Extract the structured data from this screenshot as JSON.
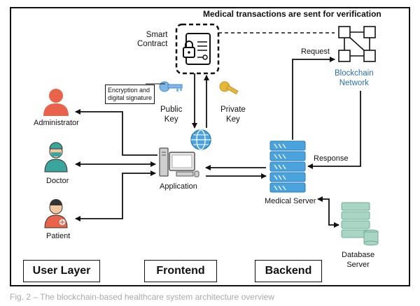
{
  "diagram": {
    "top_caption": "Medical transactions are sent for verification",
    "smart_contract_label": "Smart\nContract",
    "encryption_label": "Encryption and\ndigital signature",
    "public_key_label": "Public\nKey",
    "private_key_label": "Private\nKey",
    "request_label": "Request",
    "response_label": "Response",
    "blockchain_label": "Blockchain\nNetwork",
    "administrator_label": "Administrator",
    "doctor_label": "Doctor",
    "patient_label": "Patient",
    "application_label": "Application",
    "medical_server_label": "Medical Server",
    "database_label": "Database\nServer",
    "layers": [
      "User Layer",
      "Frontend",
      "Backend"
    ],
    "bottom_caption": "Fig. 2 – The blockchain-based healthcare system architecture overview"
  },
  "colors": {
    "blockchain_text": "#2c6db3",
    "server_blue": "#4aa3dc",
    "admin_orange": "#e8634a",
    "key_blue": "#7fb7e6",
    "key_yellow": "#e7b73a"
  }
}
